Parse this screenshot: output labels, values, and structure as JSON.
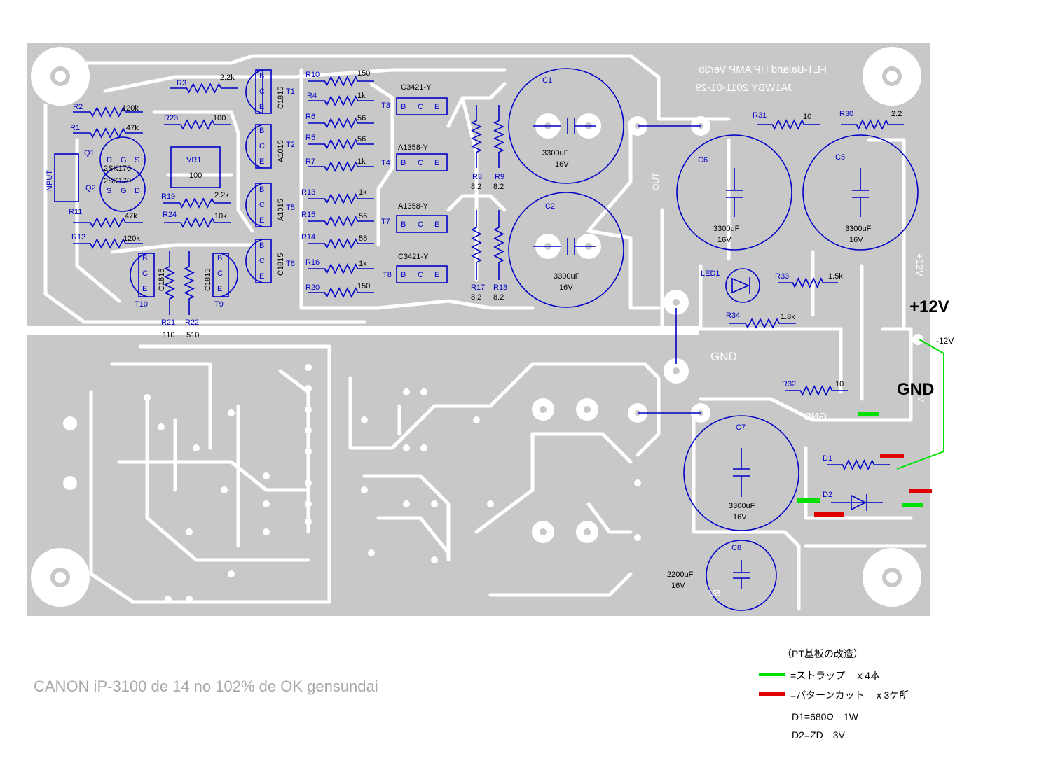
{
  "title": "FET-Baland HP AMP Ver3b",
  "author_date": "JA1WBY 2011-01-29",
  "footer_note": "CANON iP-3100 de 14 no 102% de OK gensundai",
  "colors": {
    "board": "#c8c8c8",
    "trace": "#ffffff",
    "ink": "#0000c8",
    "strap": "#00e000",
    "cut": "#e00000"
  },
  "labels": {
    "input": "INPUT",
    "out": "OUT",
    "gnd": "GND",
    "gnd_big": "GND",
    "gnd_mirror": "GND",
    "plus12v": "+12V",
    "minus12v": "-12V",
    "vs12": "+12V",
    "v5": "-5V",
    "v_mid": "V"
  },
  "components": {
    "r3": {
      "name": "R3",
      "value": "2.2k"
    },
    "r10": {
      "name": "R10",
      "value": "150"
    },
    "r4": {
      "name": "R4",
      "value": "1k"
    },
    "r6": {
      "name": "R6",
      "value": "56"
    },
    "r5": {
      "name": "R5",
      "value": "56"
    },
    "r7": {
      "name": "R7",
      "value": "1k"
    },
    "r2": {
      "name": "R2",
      "value": "120k"
    },
    "r1": {
      "name": "R1",
      "value": "47k"
    },
    "r23": {
      "name": "R23",
      "value": "100"
    },
    "vr1": {
      "name": "VR1",
      "value": "100"
    },
    "r19": {
      "name": "R19",
      "value": "2.2k"
    },
    "r24": {
      "name": "R24",
      "value": "10k"
    },
    "r11": {
      "name": "R11",
      "value": "47k"
    },
    "r12": {
      "name": "R12",
      "value": "120k"
    },
    "r13": {
      "name": "R13",
      "value": "1k"
    },
    "r15": {
      "name": "R15",
      "value": "56"
    },
    "r14": {
      "name": "R14",
      "value": "56"
    },
    "r16": {
      "name": "R16",
      "value": "1k"
    },
    "r20": {
      "name": "R20",
      "value": "150"
    },
    "r8": {
      "name": "R8",
      "value": "8.2"
    },
    "r9": {
      "name": "R9",
      "value": "8.2"
    },
    "r17": {
      "name": "R17",
      "value": "8.2"
    },
    "r18": {
      "name": "R18",
      "value": "8.2"
    },
    "r21": {
      "name": "R21",
      "value": "110"
    },
    "r22": {
      "name": "R22",
      "value": "510"
    },
    "r31": {
      "name": "R31",
      "value": "10"
    },
    "r30": {
      "name": "R30",
      "value": "2.2"
    },
    "r33": {
      "name": "R33",
      "value": "1.5k"
    },
    "r34": {
      "name": "R34",
      "value": "1.8k"
    },
    "r32": {
      "name": "R32",
      "value": "10"
    },
    "c1": {
      "name": "C1",
      "value": "3300uF",
      "volt": "16V"
    },
    "c2": {
      "name": "C2",
      "value": "3300uF",
      "volt": "16V"
    },
    "c5": {
      "name": "C5",
      "value": "3300uF",
      "volt": "16V"
    },
    "c6": {
      "name": "C6",
      "value": "3300uF",
      "volt": "16V"
    },
    "c7": {
      "name": "C7",
      "value": "3300uF",
      "volt": "16V"
    },
    "c8": {
      "name": "C8",
      "value": "2200uF",
      "volt": "16V"
    },
    "t1": {
      "name": "T1",
      "part": "C1815"
    },
    "t2": {
      "name": "T2",
      "part": "A1015"
    },
    "t5": {
      "name": "T5",
      "part": "A1015"
    },
    "t6": {
      "name": "T6",
      "part": "C1815"
    },
    "t3": {
      "name": "T3",
      "part": "C3421-Y"
    },
    "t4": {
      "name": "T4",
      "part": "A1358-Y"
    },
    "t7": {
      "name": "T7",
      "part": "A1358-Y"
    },
    "t8": {
      "name": "T8",
      "part": "C3421-Y"
    },
    "t9": {
      "name": "T9",
      "part": "C1815"
    },
    "t10": {
      "name": "T10",
      "part": "C1815"
    },
    "q1": {
      "name": "Q1",
      "part": "2SK170"
    },
    "q2": {
      "name": "Q2",
      "part": "2SK170"
    },
    "led1": {
      "name": "LED1"
    },
    "d1": {
      "name": "D1"
    },
    "d2": {
      "name": "D2"
    }
  },
  "pins": {
    "b": "B",
    "c": "C",
    "e": "E",
    "d": "D",
    "g": "G",
    "s": "S"
  },
  "legend": {
    "heading": "（PT基板の改造）",
    "strap": "=ストラップ　ｘ4本",
    "cut": "=パターンカット　ｘ3ケ所",
    "d1": "D1=680Ω　1W",
    "d2": "D2=ZD　3V"
  }
}
